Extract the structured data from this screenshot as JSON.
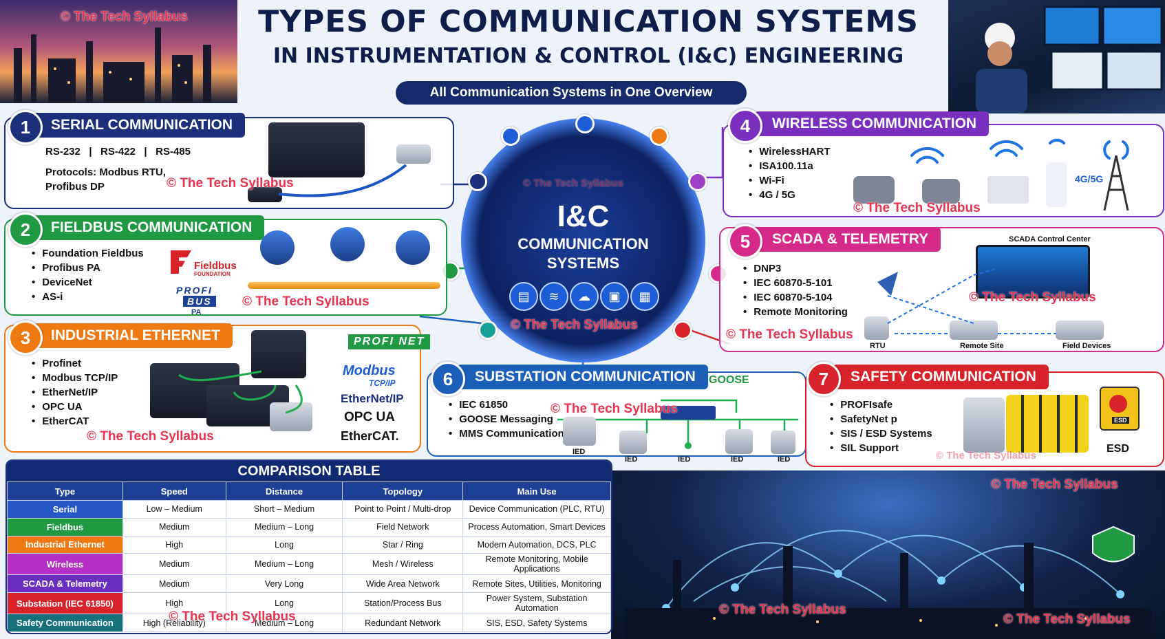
{
  "header": {
    "title": "TYPES OF COMMUNICATION SYSTEMS",
    "subtitle_line": "IN INSTRUMENTATION & CONTROL (I&C) ENGINEERING",
    "banner": "All Communication Systems in One Overview",
    "watermark": "© The Tech Syllabus"
  },
  "hub": {
    "title": "I&C",
    "line1": "COMMUNICATION",
    "line2": "SYSTEMS",
    "icons": [
      "document-icon",
      "wifi-icon",
      "cloud-icon",
      "lock-icon",
      "database-icon"
    ]
  },
  "sections": {
    "serial": {
      "number": "1",
      "title": "SERIAL COMMUNICATION",
      "standards": "RS-232   |   RS-422   |   RS-485",
      "protocols_line1": "Protocols: Modbus RTU,",
      "protocols_line2": "Profibus DP",
      "color": "#1b2f7a"
    },
    "fieldbus": {
      "number": "2",
      "title": "FIELDBUS COMMUNICATION",
      "items": [
        "Foundation Fieldbus",
        "Profibus PA",
        "DeviceNet",
        "AS-i"
      ],
      "logo1": "Fieldbus",
      "logo1_sub": "FOUNDATION",
      "logo2_top": "PROFI",
      "logo2_mid": "BUS",
      "logo2_bot": "PA",
      "color": "#1f9a43"
    },
    "ethernet": {
      "number": "3",
      "title": "INDUSTRIAL ETHERNET",
      "items": [
        "Profinet",
        "Modbus TCP/IP",
        "EtherNet/IP",
        "OPC UA",
        "EtherCAT"
      ],
      "logos": [
        "PROFI NET",
        "Modbus",
        "TCP/IP",
        "EtherNet/IP",
        "OPC UA",
        "EtherCAT."
      ],
      "color": "#f07a12"
    },
    "wireless": {
      "number": "4",
      "title": "WIRELESS COMMUNICATION",
      "items": [
        "WirelessHART",
        "ISA100.11a",
        "Wi-Fi",
        "4G / 5G"
      ],
      "tower_label": "4G/5G",
      "color": "#7b2fbf"
    },
    "scada": {
      "number": "5",
      "title": "SCADA & TELEMETRY",
      "items": [
        "DNP3",
        "IEC 60870-5-101",
        "IEC 60870-5-104",
        "Remote Monitoring"
      ],
      "center_label": "SCADA Control Center",
      "labels": [
        "RTU",
        "Remote Site",
        "Field Devices"
      ],
      "color": "#d62a8a"
    },
    "substation": {
      "number": "6",
      "title": "SUBSTATION COMMUNICATION",
      "items": [
        "IEC 61850",
        "GOOSE Messaging",
        "MMS Communication"
      ],
      "goose_label": "GOOSE",
      "ied_label": "IED",
      "color": "#1b5fb8"
    },
    "safety": {
      "number": "7",
      "title": "SAFETY COMMUNICATION",
      "items": [
        "PROFIsafe",
        "SafetyNet p",
        "SIS / ESD Systems",
        "SIL Support"
      ],
      "esd_label": "ESD",
      "esd_button_label": "ESD",
      "color": "#d8232a"
    }
  },
  "comparison": {
    "title": "COMPARISON TABLE",
    "headers": [
      "Type",
      "Speed",
      "Distance",
      "Topology",
      "Main Use"
    ],
    "rows": [
      {
        "type": "Serial",
        "color": "#2557c7",
        "speed": "Low – Medium",
        "distance": "Short – Medium",
        "topology": "Point to Point / Multi-drop",
        "use": "Device Communication (PLC, RTU)"
      },
      {
        "type": "Fieldbus",
        "color": "#1f9a43",
        "speed": "Medium",
        "distance": "Medium – Long",
        "topology": "Field Network",
        "use": "Process Automation, Smart Devices"
      },
      {
        "type": "Industrial Ethernet",
        "color": "#f07a12",
        "speed": "High",
        "distance": "Long",
        "topology": "Star / Ring",
        "use": "Modern Automation, DCS, PLC"
      },
      {
        "type": "Wireless",
        "color": "#b62fc4",
        "speed": "Medium",
        "distance": "Medium – Long",
        "topology": "Mesh / Wireless",
        "use": "Remote Monitoring, Mobile Applications"
      },
      {
        "type": "SCADA & Telemetry",
        "color": "#6a2fbf",
        "speed": "Medium",
        "distance": "Very Long",
        "topology": "Wide Area Network",
        "use": "Remote Sites, Utilities, Monitoring"
      },
      {
        "type": "Substation (IEC 61850)",
        "color": "#d8232a",
        "speed": "High",
        "distance": "Long",
        "topology": "Station/Process Bus",
        "use": "Power System, Substation Automation"
      },
      {
        "type": "Safety Communication",
        "color": "#17707a",
        "speed": "High (Reliability)",
        "distance": "Medium – Long",
        "topology": "Redundant Network",
        "use": "SIS, ESD, Safety Systems"
      }
    ]
  }
}
